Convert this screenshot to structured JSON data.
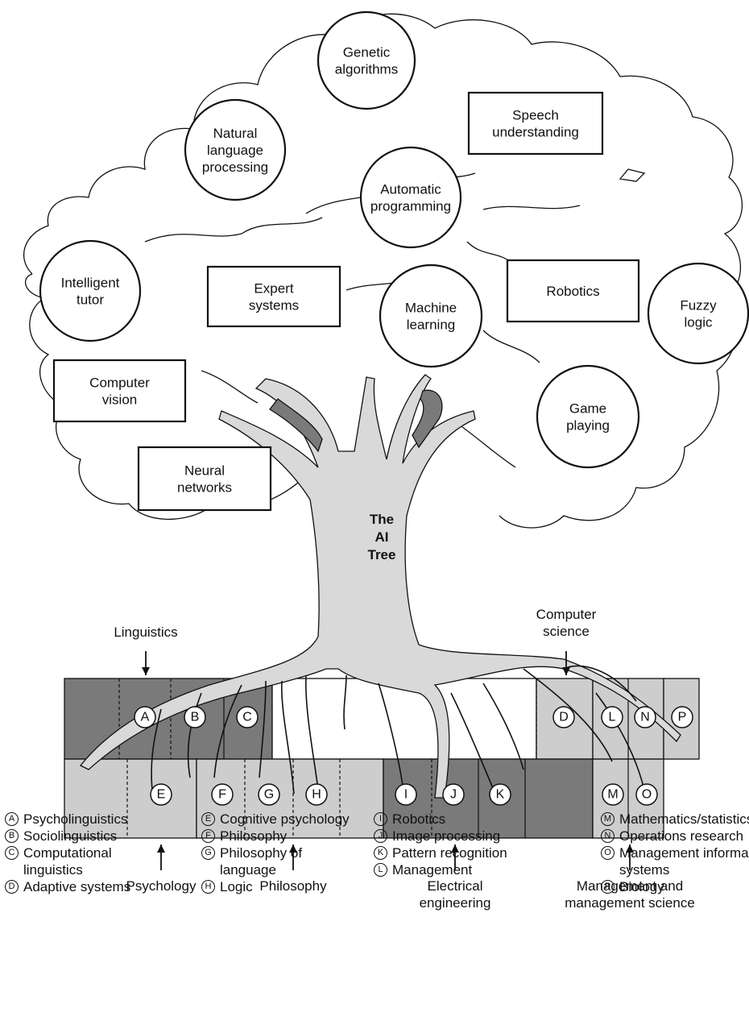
{
  "tree_title": [
    "The",
    "AI",
    "Tree"
  ],
  "canopy_nodes": [
    {
      "id": "genetic-algorithms",
      "shape": "circle",
      "lines": [
        "Genetic",
        "algorithms"
      ]
    },
    {
      "id": "speech-understanding",
      "shape": "rect",
      "lines": [
        "Speech",
        "understanding"
      ]
    },
    {
      "id": "natural-language-processing",
      "shape": "circle",
      "lines": [
        "Natural",
        "language",
        "processing"
      ]
    },
    {
      "id": "automatic-programming",
      "shape": "circle",
      "lines": [
        "Automatic",
        "programming"
      ]
    },
    {
      "id": "intelligent-tutor",
      "shape": "circle",
      "lines": [
        "Intelligent",
        "tutor"
      ]
    },
    {
      "id": "expert-systems",
      "shape": "rect",
      "lines": [
        "Expert",
        "systems"
      ]
    },
    {
      "id": "machine-learning",
      "shape": "circle",
      "lines": [
        "Machine",
        "learning"
      ]
    },
    {
      "id": "robotics",
      "shape": "rect",
      "lines": [
        "Robotics"
      ]
    },
    {
      "id": "fuzzy-logic",
      "shape": "circle",
      "lines": [
        "Fuzzy",
        "logic"
      ]
    },
    {
      "id": "computer-vision",
      "shape": "rect",
      "lines": [
        "Computer",
        "vision"
      ]
    },
    {
      "id": "game-playing",
      "shape": "circle",
      "lines": [
        "Game",
        "playing"
      ]
    },
    {
      "id": "neural-networks",
      "shape": "rect",
      "lines": [
        "Neural",
        "networks"
      ]
    }
  ],
  "root_disciplines": [
    {
      "id": "linguistics",
      "lines": [
        "Linguistics"
      ]
    },
    {
      "id": "computer-science",
      "lines": [
        "Computer",
        "science"
      ]
    },
    {
      "id": "psychology",
      "lines": [
        "Psychology"
      ]
    },
    {
      "id": "philosophy",
      "lines": [
        "Philosophy"
      ]
    },
    {
      "id": "electrical-engineering",
      "lines": [
        "Electrical",
        "engineering"
      ]
    },
    {
      "id": "management",
      "lines": [
        "Management and",
        "management science"
      ]
    }
  ],
  "markers": [
    "A",
    "B",
    "C",
    "D",
    "E",
    "F",
    "G",
    "H",
    "I",
    "J",
    "K",
    "L",
    "M",
    "N",
    "O",
    "P"
  ],
  "legend": [
    {
      "letter": "A",
      "text": "Psycholinguistics"
    },
    {
      "letter": "B",
      "text": "Sociolinguistics"
    },
    {
      "letter": "C",
      "text": "Computational\nlinguistics"
    },
    {
      "letter": "D",
      "text": "Adaptive systems"
    },
    {
      "letter": "E",
      "text": "Cognitive psychology"
    },
    {
      "letter": "F",
      "text": "Philosophy"
    },
    {
      "letter": "G",
      "text": "Philosophy of\nlanguage"
    },
    {
      "letter": "H",
      "text": "Logic"
    },
    {
      "letter": "I",
      "text": "Robotics"
    },
    {
      "letter": "J",
      "text": "Image processing"
    },
    {
      "letter": "K",
      "text": "Pattern recognition"
    },
    {
      "letter": "L",
      "text": "Management"
    },
    {
      "letter": "M",
      "text": "Mathematics/statistics"
    },
    {
      "letter": "N",
      "text": "Operations research"
    },
    {
      "letter": "O",
      "text": "Management information\nsystems"
    },
    {
      "letter": "P",
      "text": "Biology"
    }
  ],
  "colors": {
    "dark_gray": "#7a7a7a",
    "light_gray": "#cdcdcd",
    "trunk": "#d9d9d9",
    "outline": "#111111"
  }
}
